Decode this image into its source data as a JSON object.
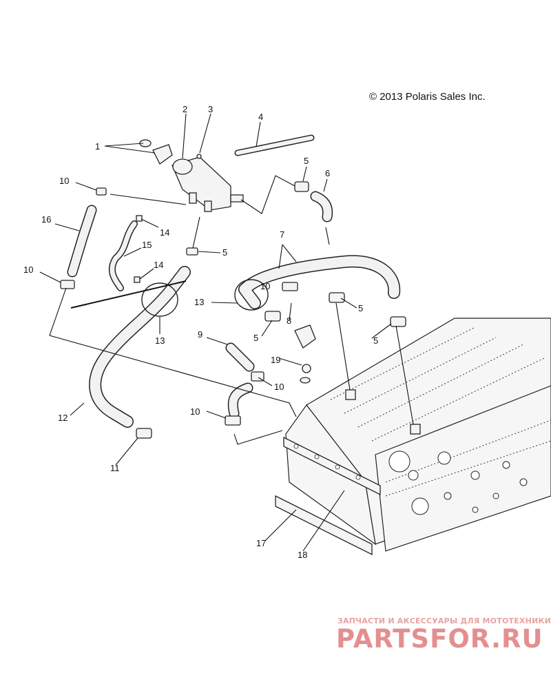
{
  "copyright": "© 2013 Polaris Sales Inc.",
  "watermark": {
    "subtitle": "ЗАПЧАСТИ И АКСЕССУАРЫ ДЛЯ МОТОТЕХНИКИ",
    "brand": "PARTSFOR.RU",
    "color": "#e48f8f"
  },
  "callouts": [
    "1",
    "2",
    "3",
    "4",
    "5",
    "5",
    "5",
    "5",
    "5",
    "6",
    "7",
    "8",
    "9",
    "10",
    "10",
    "10",
    "10",
    "10",
    "11",
    "12",
    "13",
    "13",
    "14",
    "14",
    "15",
    "16",
    "17",
    "18",
    "19"
  ]
}
